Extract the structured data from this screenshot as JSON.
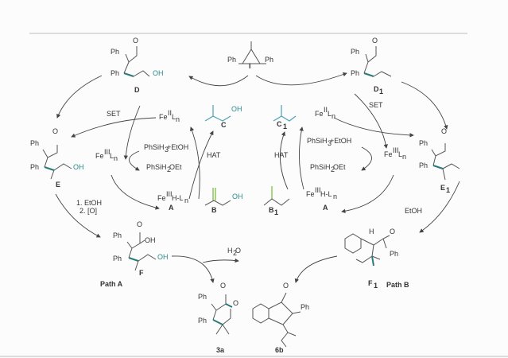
{
  "labels": {
    "O": "O",
    "Ph": "Ph",
    "OH": "OH",
    "H": "H",
    "I": "I",
    "D": "D",
    "D1": "D",
    "sub1": "1",
    "C": "C",
    "E": "E",
    "B": "B",
    "A": "A",
    "F": "F",
    "SET": "SET",
    "HAT": "HAT",
    "Fe": "Fe",
    "II": "II",
    "III": "III",
    "Ln": "L",
    "n": "n",
    "HL": "H-L",
    "silane_in": "PhSiH",
    "silane_in_sub": "3",
    "silane_in_tail": "+EtOH",
    "silane_out": "PhSiH",
    "silane_out_sub": "2",
    "silane_out_tail": "OEt",
    "step1": "1. EtOH",
    "step2": "2. [O]",
    "EtOH": "EtOH",
    "H2O_H": "H",
    "H2O_sub": "2",
    "H2O_O": "O",
    "path_a": "Path A",
    "path_b": "Path B",
    "p3a": "3a",
    "p6b": "6b"
  }
}
